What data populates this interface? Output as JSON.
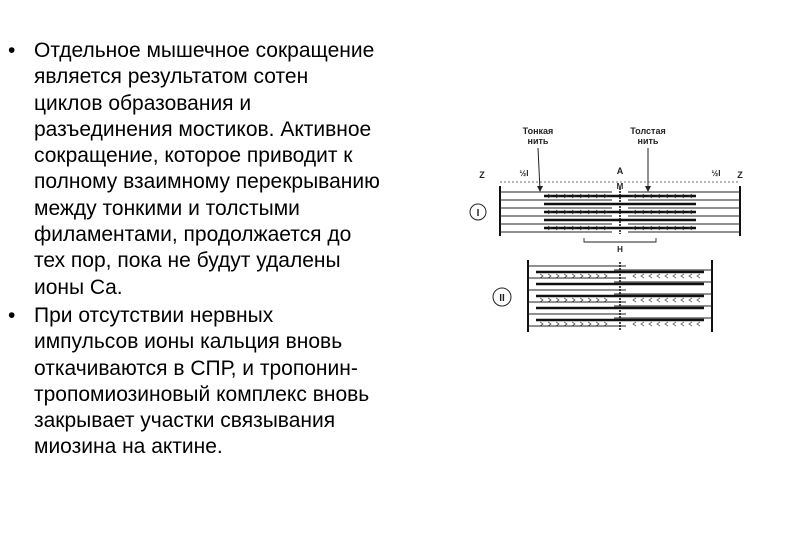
{
  "bullets": [
    {
      "marker": "•",
      "lines": [
        "Отдельное мышечное сокращение",
        "является результатом сотен",
        "циклов образования и",
        "разъединения мостиков. Активное",
        "сокращение, которое приводит к",
        "полному взаимному перекрыванию",
        "между тонкими и толстыми",
        "филаментами, продолжается до",
        "тех пор, пока не будут удалены",
        "ионы Ca."
      ]
    },
    {
      "marker": "•",
      "lines": [
        "При отсутствии нервных",
        "импульсов ионы кальция вновь",
        "откачиваются в СПР, и тропонин-",
        "тропомиозиновый комплекс вновь",
        "закрывает участки связывания",
        "миозина на актине."
      ]
    }
  ],
  "figure": {
    "thin_label": [
      "Тонкая",
      "нить"
    ],
    "thick_label": [
      "Толстая",
      "нить"
    ],
    "z_left": "Z",
    "z_right": "Z",
    "i_left": "½I",
    "i_right": "½I",
    "a_label": "A",
    "m_label": "M",
    "h_label": "H",
    "state_1": "I",
    "state_2": "II"
  }
}
